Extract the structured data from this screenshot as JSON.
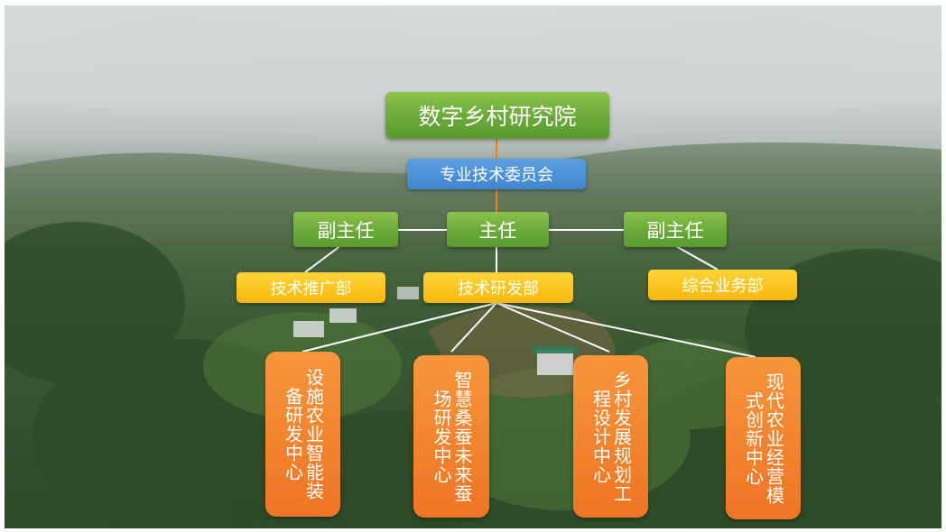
{
  "org": {
    "root": "数字乡村研究院",
    "committee": "专业技术委员会",
    "director": "主任",
    "deputy_left": "副主任",
    "deputy_right": "副主任",
    "dept_left": "技术推广部",
    "dept_center": "技术研发部",
    "dept_right": "综合业务部",
    "centers": [
      "设施农业智能装备研发中心",
      "智慧桑蚕未来蚕场研发中心",
      "乡村发展规划工程设计中心",
      "现代农业经营模式创新中心"
    ]
  },
  "colors": {
    "green": "#6aa83a",
    "blue": "#3f86d0",
    "yellow": "#f6b80e",
    "orange": "#ee7525",
    "connector_orange": "#ff7a1a",
    "connector_white": "#ffffff"
  }
}
